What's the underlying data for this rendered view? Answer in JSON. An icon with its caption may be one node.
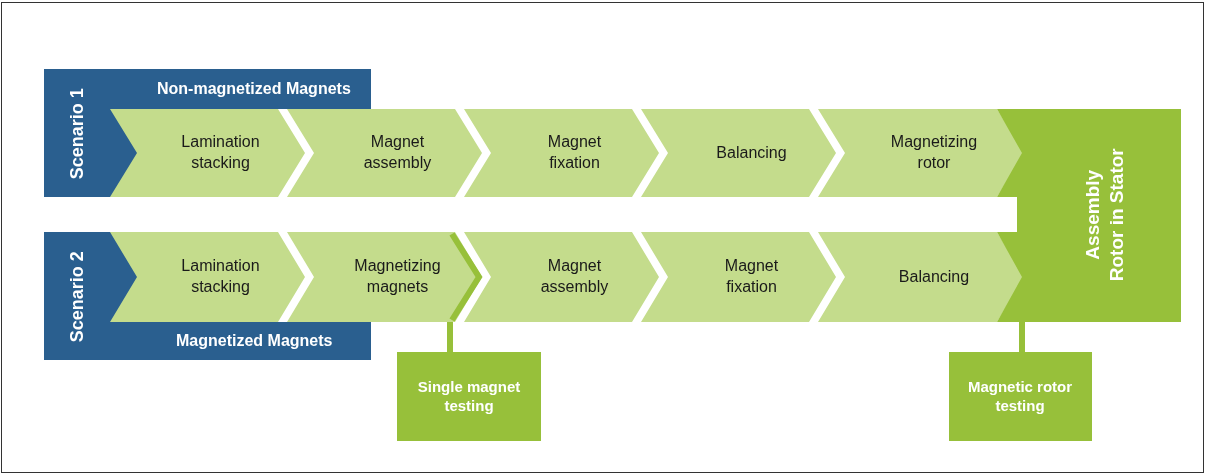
{
  "diagram": {
    "nodes": [
      {
        "text": [
          "Scenario 1",
          "Non-magnetized Magnets"
        ]
      },
      {
        "text": [
          "Lamination stacking"
        ]
      },
      {
        "text": [
          "Magnet assembly"
        ]
      },
      {
        "text": [
          "Magnet fixation"
        ]
      },
      {
        "text": [
          "Balancing"
        ]
      },
      {
        "text": [
          "Magnetizing rotor"
        ]
      },
      {
        "text": [
          "Scenario 2",
          "Magnetized Magnets"
        ]
      },
      {
        "text": [
          "Lamination stacking"
        ]
      },
      {
        "text": [
          "Magnetizing magnets"
        ]
      },
      {
        "text": [
          "Magnet assembly"
        ]
      },
      {
        "text": [
          "Magnet fixation"
        ]
      },
      {
        "text": [
          "Balancing"
        ]
      },
      {
        "text": [
          "Assembly Rotor in Stator"
        ]
      },
      {
        "text": [
          "Single magnet testing"
        ]
      },
      {
        "text": [
          "Magnetic rotor testing"
        ]
      }
    ],
    "edges": [
      {
        "from": 8,
        "to": 13,
        "arrow": "none"
      },
      {
        "from": 12,
        "to": 14,
        "arrow": "none"
      }
    ]
  }
}
